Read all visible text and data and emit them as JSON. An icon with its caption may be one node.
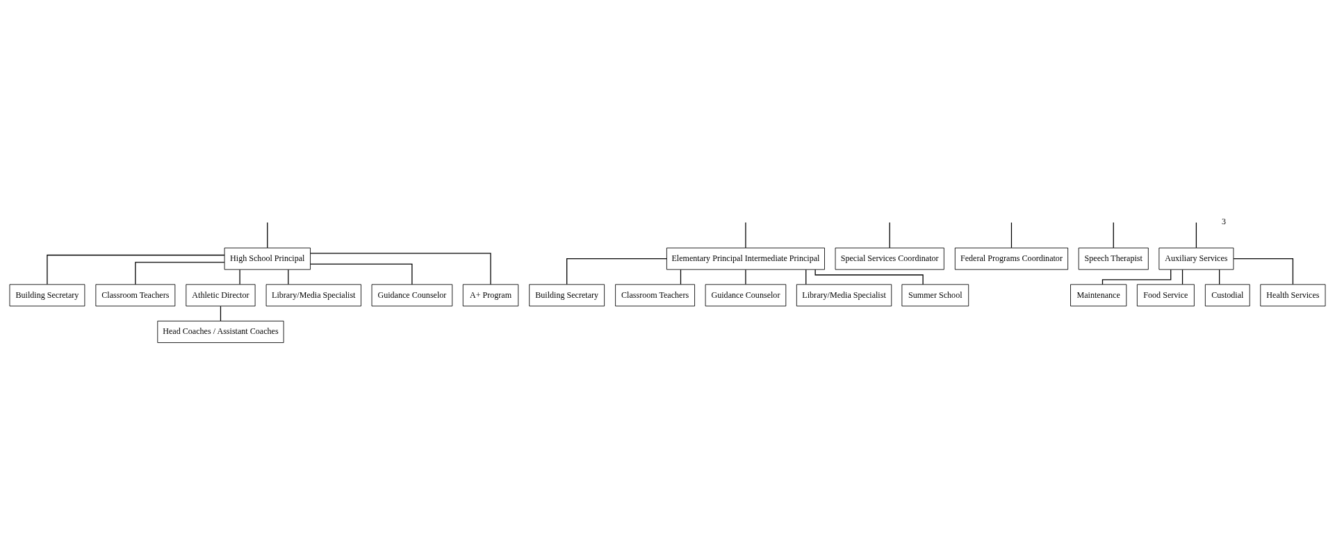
{
  "diagram": {
    "nodes": [
      {
        "text": [
          "High School Principal"
        ]
      },
      {
        "text": [
          "Building Secretary"
        ]
      },
      {
        "text": [
          "Classroom Teachers"
        ]
      },
      {
        "text": [
          "Athletic Director"
        ]
      },
      {
        "text": [
          "Head Coaches / Assistant Coaches"
        ]
      },
      {
        "text": [
          "Library/Media Specialist"
        ]
      },
      {
        "text": [
          "Guidance Counselor"
        ]
      },
      {
        "text": [
          "A+ Program"
        ]
      },
      {
        "text": [
          "Elementary Principal Intermediate Principal"
        ]
      },
      {
        "text": [
          "Building Secretary"
        ]
      },
      {
        "text": [
          "Classroom Teachers"
        ]
      },
      {
        "text": [
          "Guidance Counselor"
        ]
      },
      {
        "text": [
          "Library/Media Specialist"
        ]
      },
      {
        "text": [
          "Summer School"
        ]
      },
      {
        "text": [
          "Special Services Coordinator"
        ]
      },
      {
        "text": [
          "Federal Programs Coordinator"
        ]
      },
      {
        "text": [
          "Speech Therapist"
        ]
      },
      {
        "text": [
          "Auxiliary Services"
        ]
      },
      {
        "text": [
          "Maintenance"
        ]
      },
      {
        "text": [
          "Food Service"
        ]
      },
      {
        "text": [
          "Custodial"
        ]
      },
      {
        "text": [
          "Health Services"
        ]
      }
    ],
    "edges": [
      {
        "from": null,
        "to": 0,
        "arrow": "none"
      },
      {
        "from": null,
        "to": 8,
        "arrow": "none"
      },
      {
        "from": null,
        "to": 14,
        "arrow": "none"
      },
      {
        "from": null,
        "to": 15,
        "arrow": "none"
      },
      {
        "from": null,
        "to": 16,
        "arrow": "none"
      },
      {
        "from": null,
        "to": 17,
        "arrow": "none"
      },
      {
        "from": 0,
        "to": 1,
        "arrow": "none"
      },
      {
        "from": 0,
        "to": 2,
        "arrow": "none"
      },
      {
        "from": 0,
        "to": 3,
        "arrow": "none"
      },
      {
        "from": 3,
        "to": 4,
        "arrow": "none"
      },
      {
        "from": 0,
        "to": 5,
        "arrow": "none"
      },
      {
        "from": 0,
        "to": 6,
        "arrow": "none"
      },
      {
        "from": 0,
        "to": 7,
        "arrow": "none"
      },
      {
        "from": 8,
        "to": 9,
        "arrow": "none"
      },
      {
        "from": 8,
        "to": 10,
        "arrow": "none"
      },
      {
        "from": 8,
        "to": 11,
        "arrow": "none"
      },
      {
        "from": 8,
        "to": 12,
        "arrow": "none"
      },
      {
        "from": 8,
        "to": 13,
        "arrow": "none"
      },
      {
        "from": 17,
        "to": 18,
        "arrow": "none"
      },
      {
        "from": 17,
        "to": 19,
        "arrow": "none"
      },
      {
        "from": 17,
        "to": 20,
        "arrow": "none"
      },
      {
        "from": 17,
        "to": 21,
        "arrow": "none"
      }
    ],
    "labels": [
      "3"
    ]
  }
}
